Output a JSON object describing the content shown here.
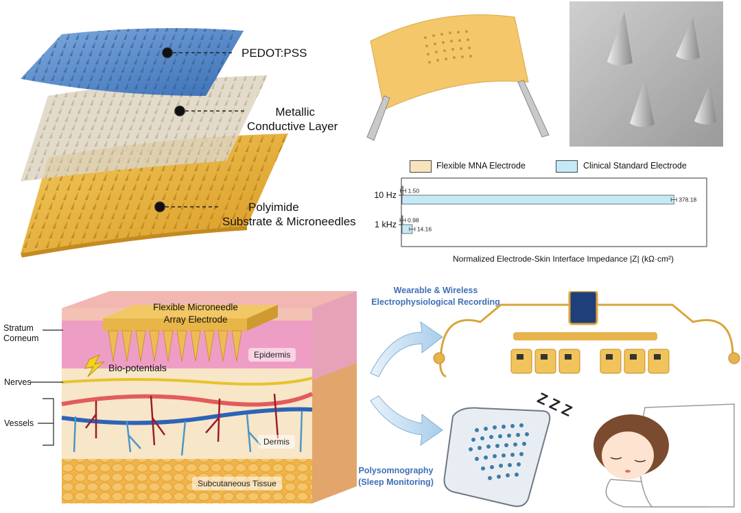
{
  "layers": {
    "top": "PEDOT:PSS",
    "middle_line1": "Metallic",
    "middle_line2": "Conductive Layer",
    "bottom_line1": "Polyimide",
    "bottom_line2": "Substrate & Microneedles"
  },
  "chart_data": {
    "type": "bar",
    "orientation": "horizontal",
    "categories": [
      "10 Hz",
      "1 kHz"
    ],
    "series": [
      {
        "name": "Flexible MNA Electrode",
        "values": [
          1.5,
          0.98
        ],
        "value_labels": [
          "1.50",
          "0.98"
        ],
        "color": "#f7e4bd"
      },
      {
        "name": "Clinical Standard Electrode",
        "values": [
          378.18,
          14.16
        ],
        "value_labels": [
          "378.18",
          "14.16"
        ],
        "color": "#c5e9f7"
      }
    ],
    "xlabel": "Normalized Electrode-Skin Interface Impedance |Z|  (kΩ·cm²)",
    "xlim": [
      0,
      420
    ],
    "error_bars": true
  },
  "skin": {
    "electrode_line1": "Flexible Microneedle",
    "electrode_line2": "Array Electrode",
    "stratum_line1": "Stratum",
    "stratum_line2": "Corneum",
    "nerves": "Nerves",
    "vessels": "Vessels",
    "biopotentials": "Bio-potentials",
    "epidermis": "Epidermis",
    "dermis": "Dermis",
    "subcutaneous": "Subcutaneous Tissue"
  },
  "applications": {
    "wearable_line1": "Wearable  &  Wireless",
    "wearable_line2": "Electrophysiological Recording",
    "psg_line1": "Polysomnography",
    "psg_line2": "(Sleep Monitoring)",
    "sleep_z": "Z Z Z"
  },
  "colors": {
    "pedot": "#4b82c6",
    "metal": "#d9d2bf",
    "polyimide": "#e5b23e",
    "accent_text": "#3f6fb5"
  }
}
